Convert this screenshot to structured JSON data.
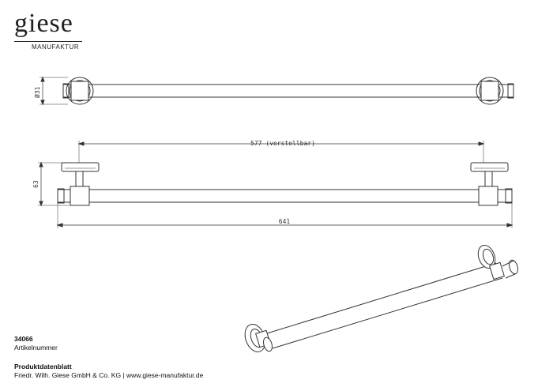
{
  "logo": {
    "brand": "giese",
    "subtitle": "MANUFAKTUR"
  },
  "dimensions": {
    "diameter": "Ø31",
    "height": "63",
    "adjustable_span": "577 (verstellbar)",
    "total_length": "641"
  },
  "product": {
    "number": "34066",
    "number_label": "Artikelnummer",
    "sheet_title": "Produktdatenblatt",
    "company_line": "Friedr. Wilh. Giese GmbH & Co. KG | www.giese-manufaktur.de"
  }
}
